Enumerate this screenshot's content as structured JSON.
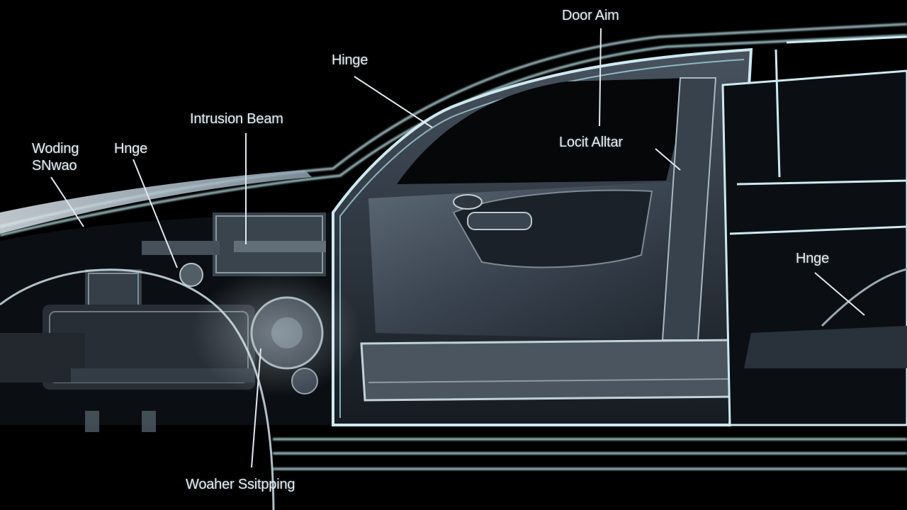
{
  "background": "#000000",
  "accent_color": "#bfe8ee",
  "labels": {
    "door_arm": "Door Aim",
    "hinge_top": "Hinge",
    "intrusion_beam": "Intrusion Beam",
    "lock_pillar": "Locit Alltar",
    "molding": "Woding\nSNwao",
    "hinge_left": "Hnge",
    "hinge_right": "Hnge",
    "weather_stripping": "Woaher Ssitpping"
  }
}
